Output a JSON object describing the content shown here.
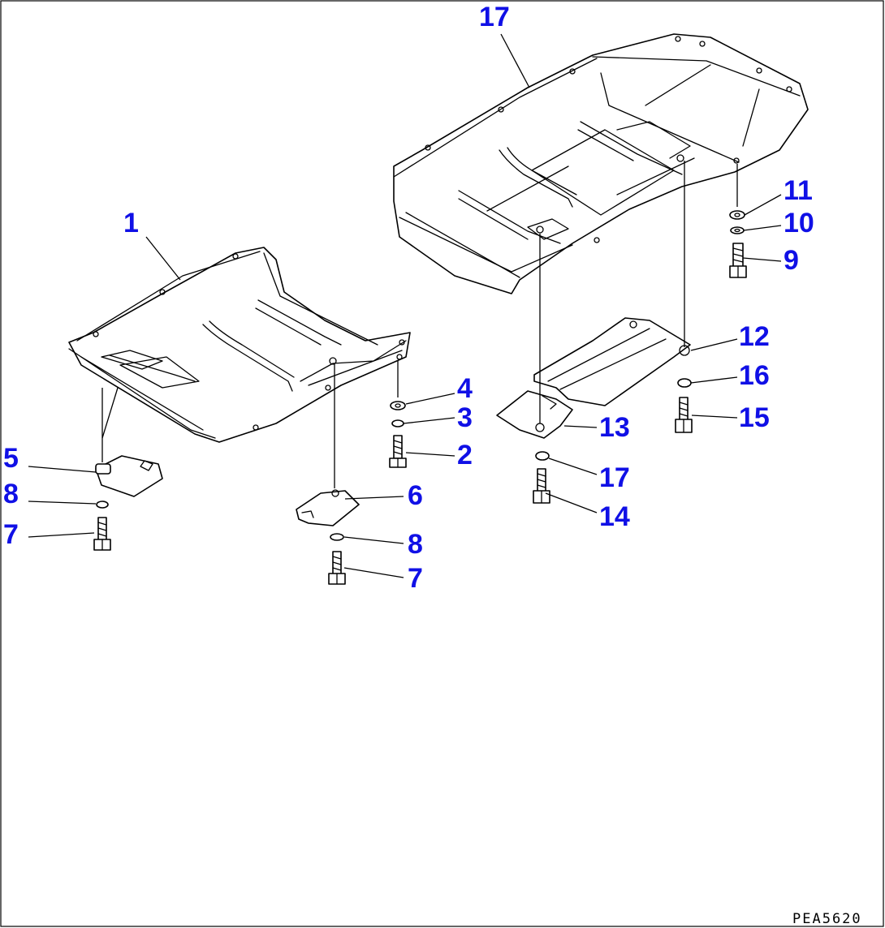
{
  "diagram": {
    "drawing_code": "PEA5620",
    "accent_color": "#1010e6",
    "callouts": [
      {
        "id": "c1",
        "text": "1"
      },
      {
        "id": "c2",
        "text": "2"
      },
      {
        "id": "c3",
        "text": "3"
      },
      {
        "id": "c4",
        "text": "4"
      },
      {
        "id": "c5",
        "text": "5"
      },
      {
        "id": "c6",
        "text": "6"
      },
      {
        "id": "c7a",
        "text": "7"
      },
      {
        "id": "c7b",
        "text": "7"
      },
      {
        "id": "c8a",
        "text": "8"
      },
      {
        "id": "c8b",
        "text": "8"
      },
      {
        "id": "c9",
        "text": "9"
      },
      {
        "id": "c10",
        "text": "10"
      },
      {
        "id": "c11",
        "text": "11"
      },
      {
        "id": "c12",
        "text": "12"
      },
      {
        "id": "c13",
        "text": "13"
      },
      {
        "id": "c14",
        "text": "14"
      },
      {
        "id": "c15",
        "text": "15"
      },
      {
        "id": "c16",
        "text": "16"
      },
      {
        "id": "c17a",
        "text": "17"
      },
      {
        "id": "c17b",
        "text": "17"
      }
    ]
  }
}
